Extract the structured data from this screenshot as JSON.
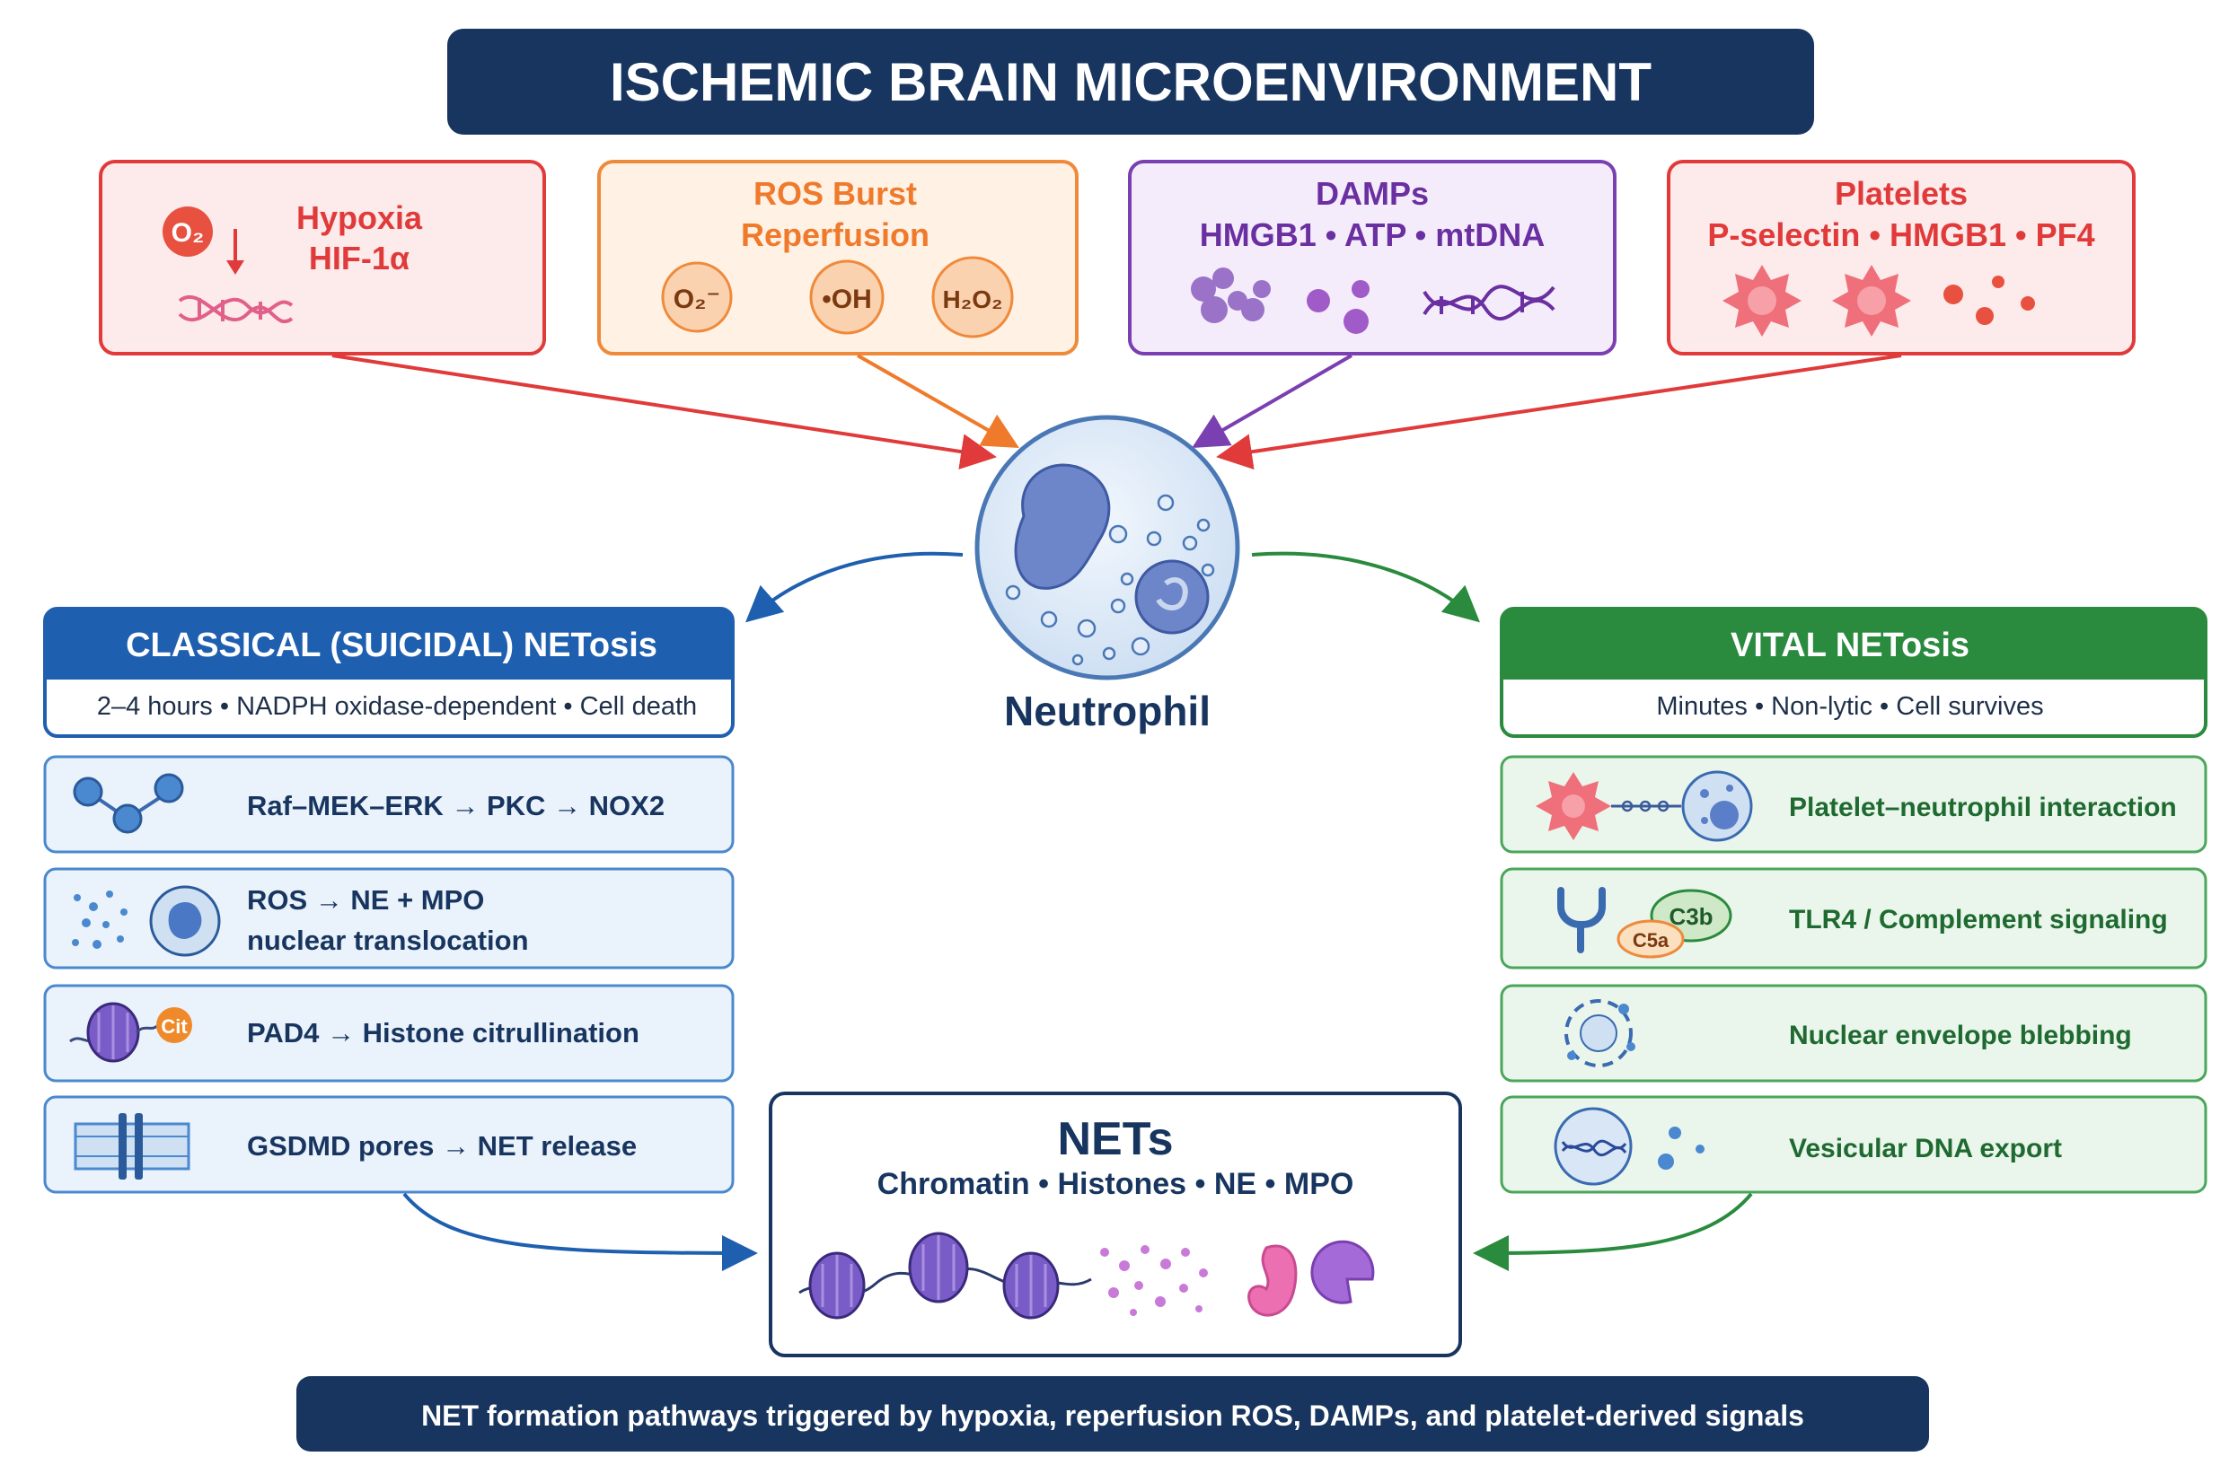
{
  "title": "ISCHEMIC BRAIN MICROENVIRONMENT",
  "triggers": [
    {
      "title": "Hypoxia",
      "subtitle": "HIF-1α",
      "icons": [
        "o2-bubble-icon",
        "down-arrow-icon",
        "dna-helix-icon"
      ]
    },
    {
      "title": "ROS Burst",
      "subtitle": "Reperfusion",
      "icons": [
        "superoxide-bubble-icon",
        "hydroxyl-bubble-icon",
        "hydrogen-peroxide-bubble-icon"
      ]
    },
    {
      "title": "DAMPs",
      "subtitle": "HMGB1 • ATP • mtDNA",
      "icons": [
        "protein-cluster-icon",
        "atp-dots-icon",
        "mtdna-helix-icon"
      ]
    },
    {
      "title": "Platelets",
      "subtitle": "P-selectin • HMGB1 • PF4",
      "icons": [
        "platelet-icon",
        "platelet-icon",
        "granule-dots-icon"
      ]
    }
  ],
  "chem_labels": {
    "superoxide": "O₂⁻",
    "hydroxyl": "•OH",
    "peroxide": "H₂O₂",
    "oxygen": "O₂"
  },
  "center": {
    "label": "Neutrophil"
  },
  "classical": {
    "header": "CLASSICAL (SUICIDAL) NETosis",
    "subheader": "2–4 hours • NADPH oxidase-dependent • Cell death",
    "steps": [
      {
        "text": [
          "Raf–MEK–ERK → PKC → NOX2"
        ],
        "icon": "kinase-cascade-icon"
      },
      {
        "text": [
          "ROS → NE + MPO",
          "nuclear translocation"
        ],
        "icon": "granule-translocation-icon"
      },
      {
        "text": [
          "PAD4 → Histone citrullination"
        ],
        "icon": "nucleosome-citrulline-icon",
        "badge": "Cit"
      },
      {
        "text": [
          "GSDMD pores → NET release"
        ],
        "icon": "membrane-pore-icon"
      }
    ]
  },
  "vital": {
    "header": "VITAL NETosis",
    "subheader": "Minutes • Non-lytic • Cell survives",
    "steps": [
      {
        "text": "Platelet–neutrophil interaction",
        "icon": "platelet-neutrophil-icon"
      },
      {
        "text": "TLR4 / Complement signaling",
        "icon": "receptor-complement-icon",
        "badges": [
          "C3b",
          "C5a"
        ]
      },
      {
        "text": "Nuclear envelope blebbing",
        "icon": "blebbing-nucleus-icon"
      },
      {
        "text": "Vesicular DNA export",
        "icon": "dna-vesicle-icon"
      }
    ]
  },
  "nets": {
    "title": "NETs",
    "subtitle": "Chromatin • Histones • NE • MPO"
  },
  "footer": "NET formation pathways triggered by hypoxia, reperfusion ROS, DAMPs, and platelet-derived signals",
  "colors": {
    "navy": "#17355f",
    "red": "#e03a3a",
    "orange": "#ef8a3b",
    "purple": "#7a3fb0",
    "blue": "#1f5fb0",
    "green": "#2a8a3e"
  }
}
